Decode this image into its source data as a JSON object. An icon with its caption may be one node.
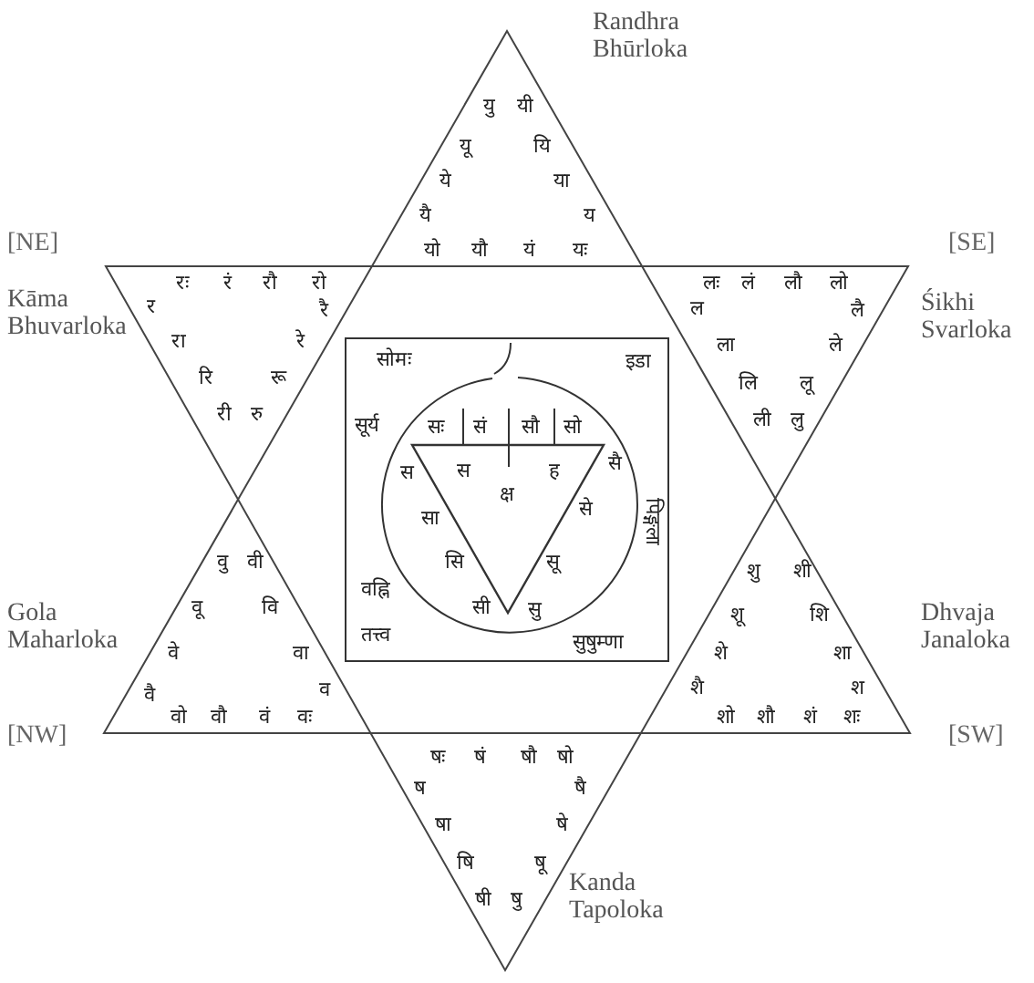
{
  "diagram": {
    "nodes": [
      {
        "text": [
          "यु",
          "यी",
          "यू",
          "यि",
          "ये",
          "या",
          "यै",
          "य",
          "यो",
          "यौ",
          "यं",
          "यः"
        ],
        "beside": [
          "Randhra Bhūrloka"
        ]
      },
      {
        "text": [
          "रः",
          "रं",
          "रौ",
          "रो",
          "र",
          "रै",
          "रा",
          "रे",
          "रि",
          "रू",
          "री",
          "रु"
        ],
        "beside": [
          "Kāma Bhuvarloka"
        ]
      },
      {
        "text": [
          "लः",
          "लं",
          "लौ",
          "लो",
          "ल",
          "लै",
          "ला",
          "ले",
          "लि",
          "लू",
          "ली",
          "लु"
        ],
        "beside": [
          "Śikhi Svarloka"
        ]
      },
      {
        "text": [
          "सोमः",
          "इडा",
          "सूर्य",
          "पिङ्गला",
          "वह्नि",
          "तत्त्व",
          "सुषुम्णा"
        ]
      },
      {
        "text": [
          "सः",
          "सं",
          "सौ",
          "सो",
          "स",
          "सै",
          "सा",
          "से",
          "सि",
          "सू",
          "सी",
          "सु"
        ],
        "in": 3
      },
      {
        "text": [
          "स",
          "क्ष",
          "ह"
        ],
        "in": 4
      },
      {
        "text": [
          "वु",
          "वी",
          "वू",
          "वि",
          "वे",
          "वा",
          "वै",
          "व",
          "वो",
          "वौ",
          "वं",
          "वः"
        ],
        "beside": [
          "Gola Maharloka"
        ]
      },
      {
        "text": [
          "शु",
          "शी",
          "शू",
          "शि",
          "शे",
          "शा",
          "शै",
          "श",
          "शो",
          "शौ",
          "शं",
          "शः"
        ],
        "beside": [
          "Dhvaja Janaloka"
        ]
      },
      {
        "text": [
          "षः",
          "षं",
          "षौ",
          "षो",
          "ष",
          "षै",
          "षा",
          "षे",
          "षि",
          "षू",
          "षी",
          "षु"
        ],
        "beside": [
          "Kanda Tapoloka"
        ]
      }
    ],
    "labels": [
      "[NE]",
      "[SE]",
      "[NW]",
      "[SW]"
    ]
  }
}
